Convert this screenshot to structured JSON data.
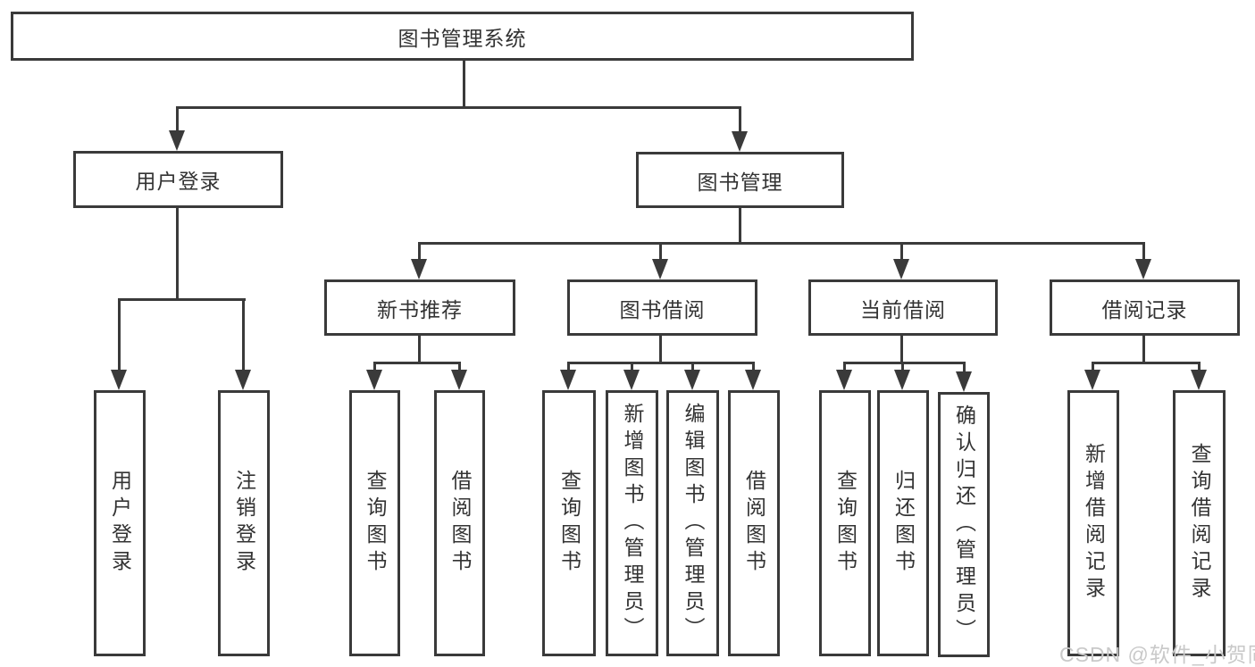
{
  "diagram": {
    "root": {
      "label": "图书管理系统"
    },
    "level2": [
      {
        "label": "用户登录"
      },
      {
        "label": "图书管理"
      }
    ],
    "level3": [
      {
        "label": "新书推荐"
      },
      {
        "label": "图书借阅"
      },
      {
        "label": "当前借阅"
      },
      {
        "label": "借阅记录"
      }
    ],
    "leaves": [
      {
        "label": "用户登录"
      },
      {
        "label": "注销登录"
      },
      {
        "label": "查询图书"
      },
      {
        "label": "借阅图书"
      },
      {
        "label": "查询图书"
      },
      {
        "label": "新增图书（管理员）"
      },
      {
        "label": "编辑图书（管理员）"
      },
      {
        "label": "借阅图书"
      },
      {
        "label": "查询图书"
      },
      {
        "label": "归还图书"
      },
      {
        "label": "确认归还（管理员）"
      },
      {
        "label": "新增借阅记录"
      },
      {
        "label": "查询借阅记录"
      }
    ],
    "watermark": "CSDN @软件_小贺同学",
    "colors": {
      "line": "#3a3a3a",
      "text": "#333333",
      "watermark": "#c9c9c9",
      "background": "#ffffff"
    }
  }
}
